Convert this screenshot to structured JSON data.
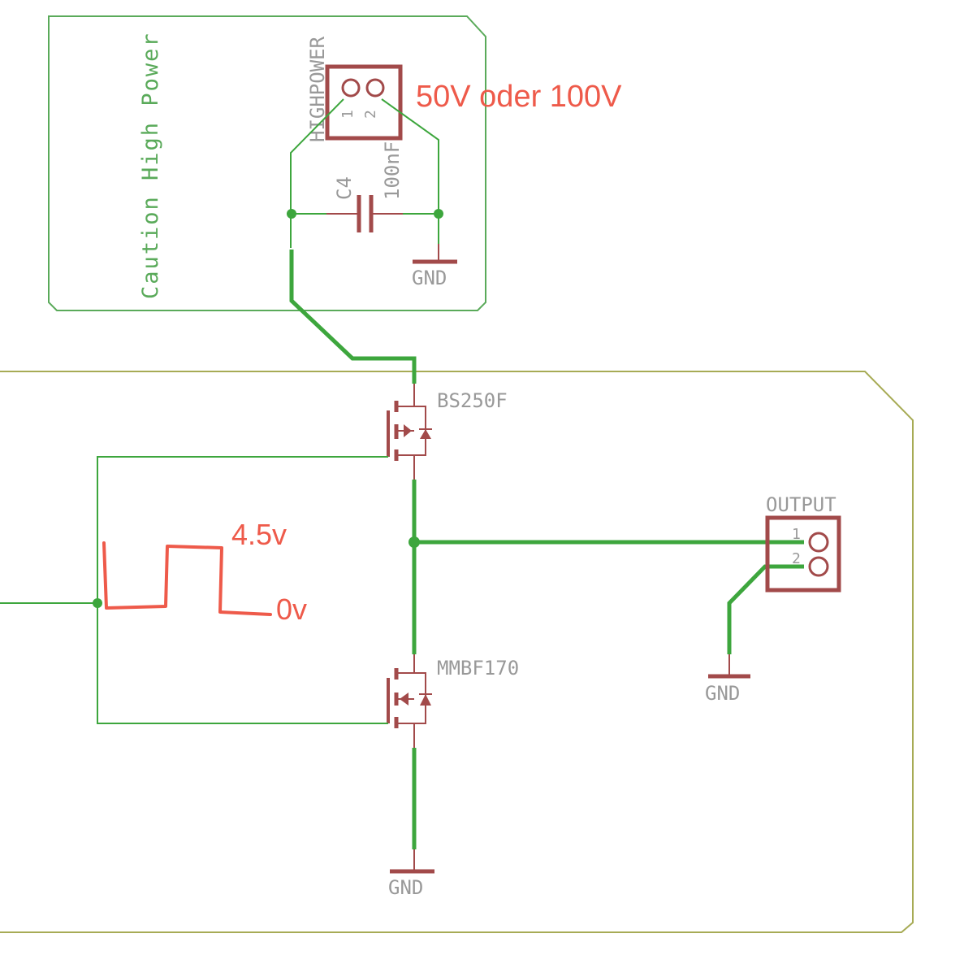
{
  "frames": {
    "caution_label": "Caution High Power",
    "frame_color": "#5aaa5a",
    "outer_frame_color": "#a7ab55"
  },
  "connectors": {
    "highpower": {
      "name": "HIGHPOWER",
      "pin1": "1",
      "pin2": "2"
    },
    "output": {
      "name": "OUTPUT",
      "pin1": "1",
      "pin2": "2"
    }
  },
  "capacitor": {
    "name": "C4",
    "value": "100nF"
  },
  "transistors": {
    "upper": "BS250F",
    "lower": "MMBF170"
  },
  "grounds": {
    "label": "GND"
  },
  "annotations": {
    "supply": "50V oder 100V",
    "high_level": "4.5v",
    "low_level": "0v",
    "color": "#ee5a4a"
  },
  "colors": {
    "part": "#a24a4a",
    "wire": "#3da63d",
    "label_gray": "#999999"
  }
}
